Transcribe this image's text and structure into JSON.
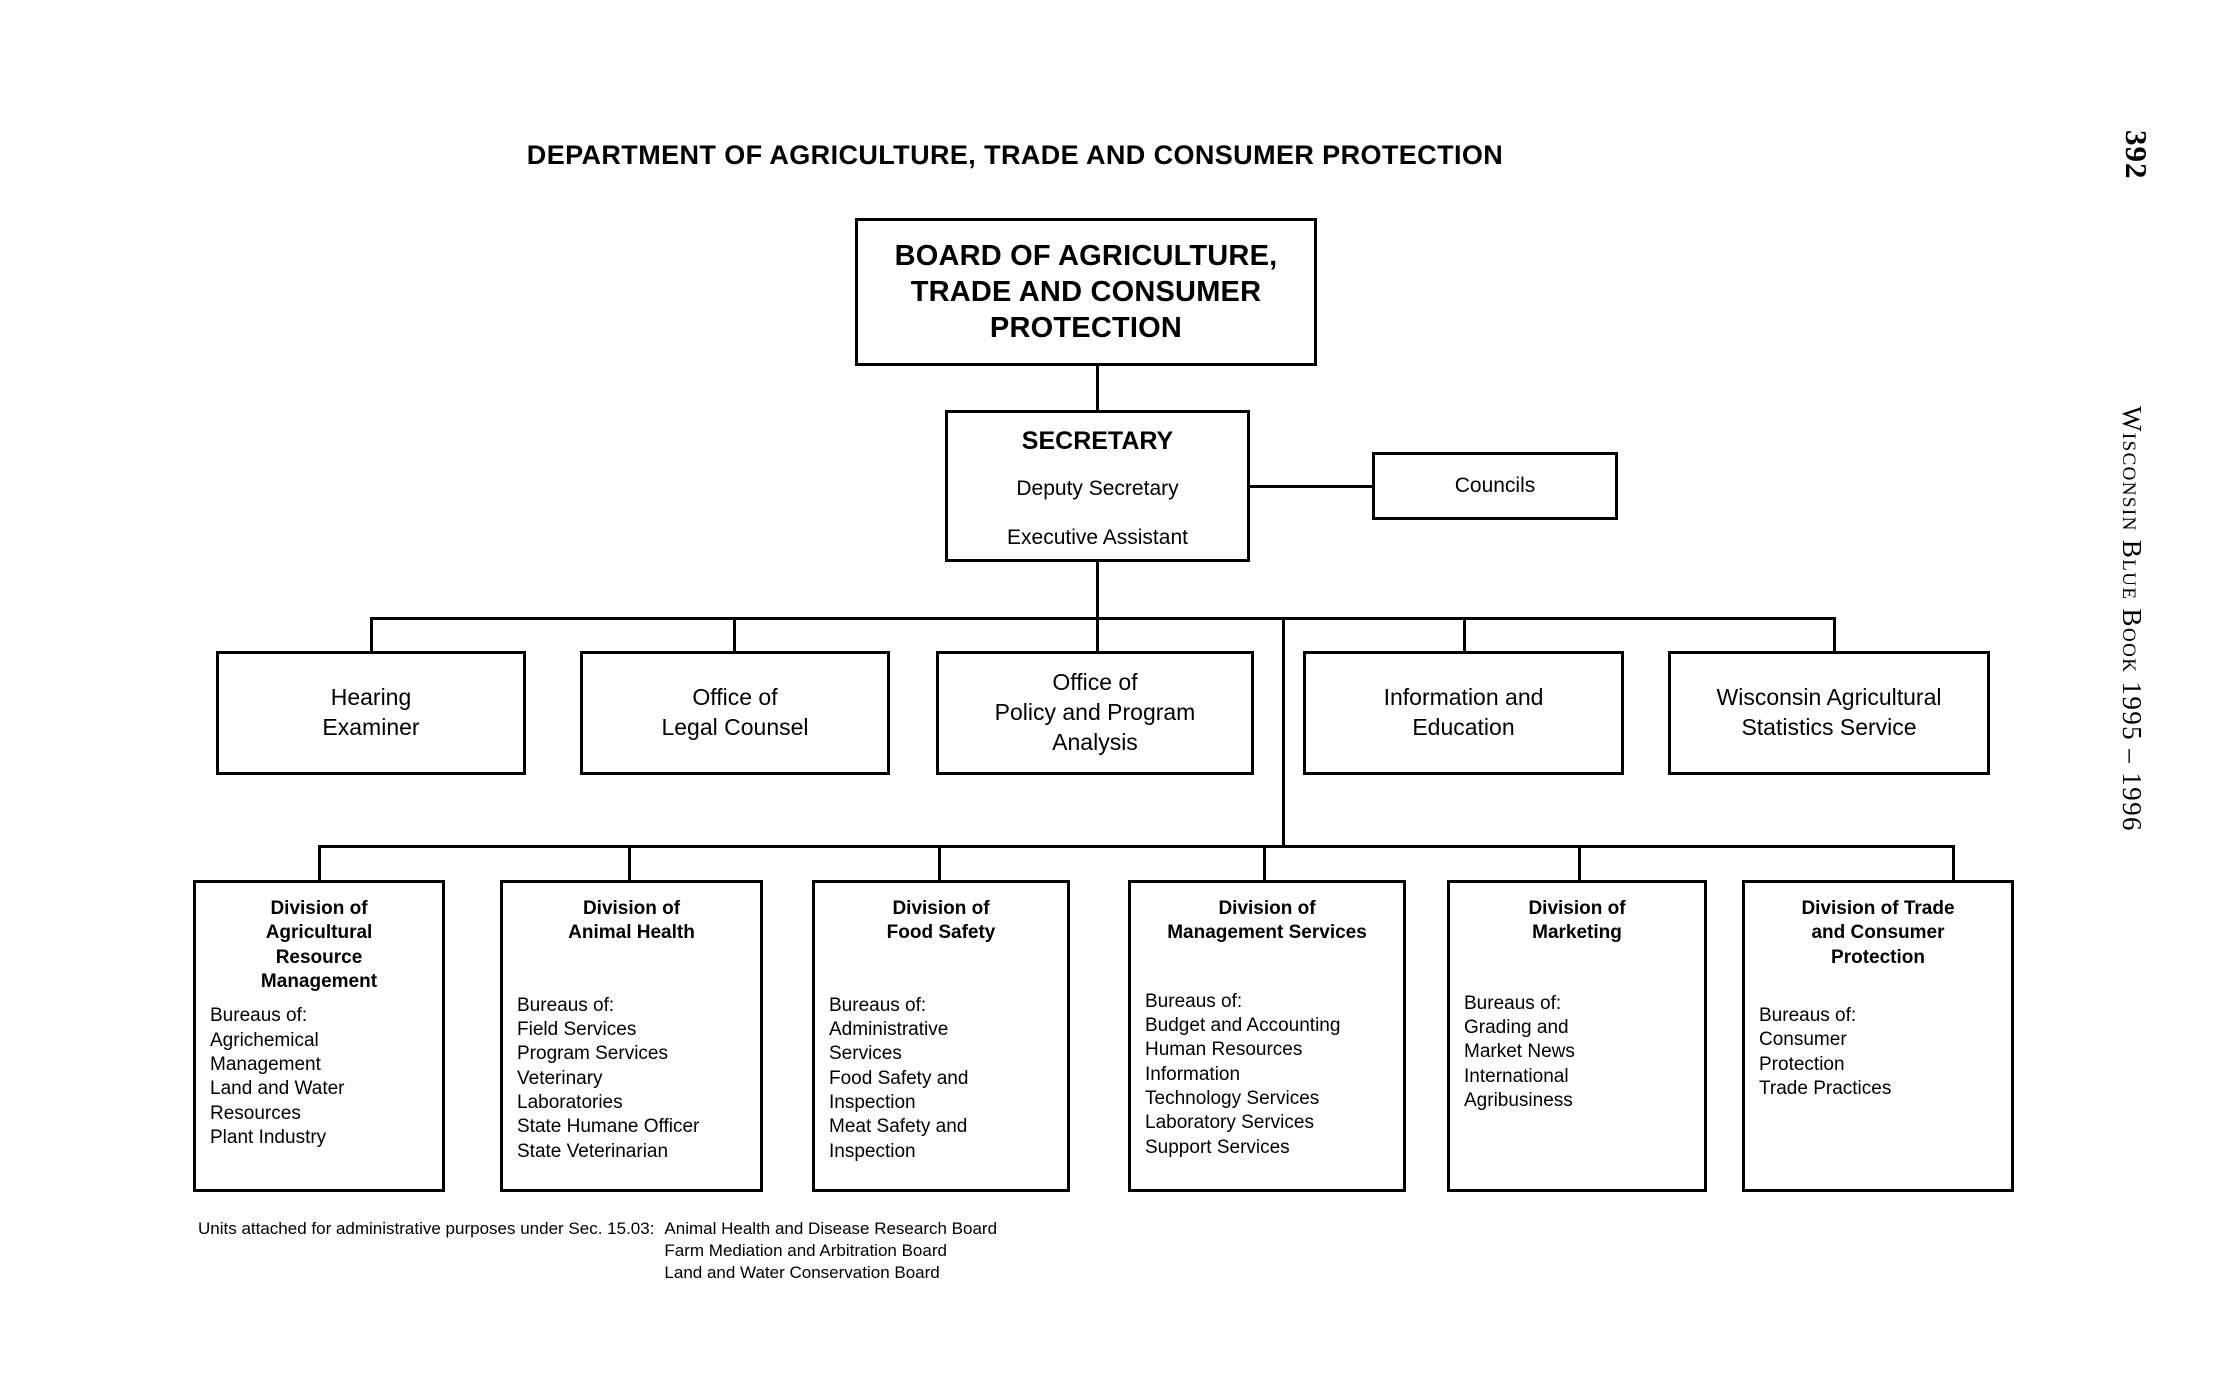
{
  "page": {
    "page_number": "392",
    "running_head": "Wisconsin Blue Book 1995 – 1996",
    "department_title": "DEPARTMENT OF AGRICULTURE, TRADE AND CONSUMER PROTECTION"
  },
  "chart_data": {
    "type": "diagram",
    "title": "DEPARTMENT OF AGRICULTURE, TRADE AND CONSUMER PROTECTION",
    "board": {
      "label": "BOARD OF AGRICULTURE,\nTRADE AND CONSUMER\nPROTECTION"
    },
    "secretary": {
      "title": "SECRETARY",
      "deputy": "Deputy Secretary",
      "executive_assistant": "Executive Assistant"
    },
    "councils": {
      "label": "Councils"
    },
    "offices": [
      {
        "label": "Hearing\nExaminer"
      },
      {
        "label": "Office of\nLegal Counsel"
      },
      {
        "label": "Office of\nPolicy and Program\nAnalysis"
      },
      {
        "label": "Information and\nEducation"
      },
      {
        "label": "Wisconsin Agricultural\nStatistics Service"
      }
    ],
    "divisions": [
      {
        "title": "Division of\nAgricultural\nResource\nManagement",
        "bureaus": "Bureaus of:\n   Agrichemical\n      Management\n   Land and Water\n      Resources\n   Plant Industry"
      },
      {
        "title": "Division of\nAnimal Health",
        "bureaus": "Bureaus of:\n   Field Services\n   Program Services\n   Veterinary\n      Laboratories\nState Humane Officer\nState Veterinarian"
      },
      {
        "title": "Division of\nFood Safety",
        "bureaus": "Bureaus of:\n   Administrative\n      Services\n   Food Safety and\n      Inspection\n   Meat Safety and\n      Inspection"
      },
      {
        "title": "Division of\nManagement Services",
        "bureaus": "Bureaus of:\n   Budget and Accounting\n   Human Resources\n   Information\n      Technology Services\n   Laboratory Services\n   Support Services"
      },
      {
        "title": "Division of\nMarketing",
        "bureaus": "Bureaus of:\n   Grading and\n      Market News\n   International\n      Agribusiness"
      },
      {
        "title": "Division of Trade\nand Consumer\nProtection",
        "bureaus": "Bureaus of:\n   Consumer\n      Protection\n   Trade Practices"
      }
    ]
  },
  "footnote": {
    "lead": "Units attached for administrative purposes under Sec. 15.03:",
    "units": "Animal Health and Disease Research Board\nFarm Mediation and Arbitration Board\nLand and Water Conservation Board"
  }
}
